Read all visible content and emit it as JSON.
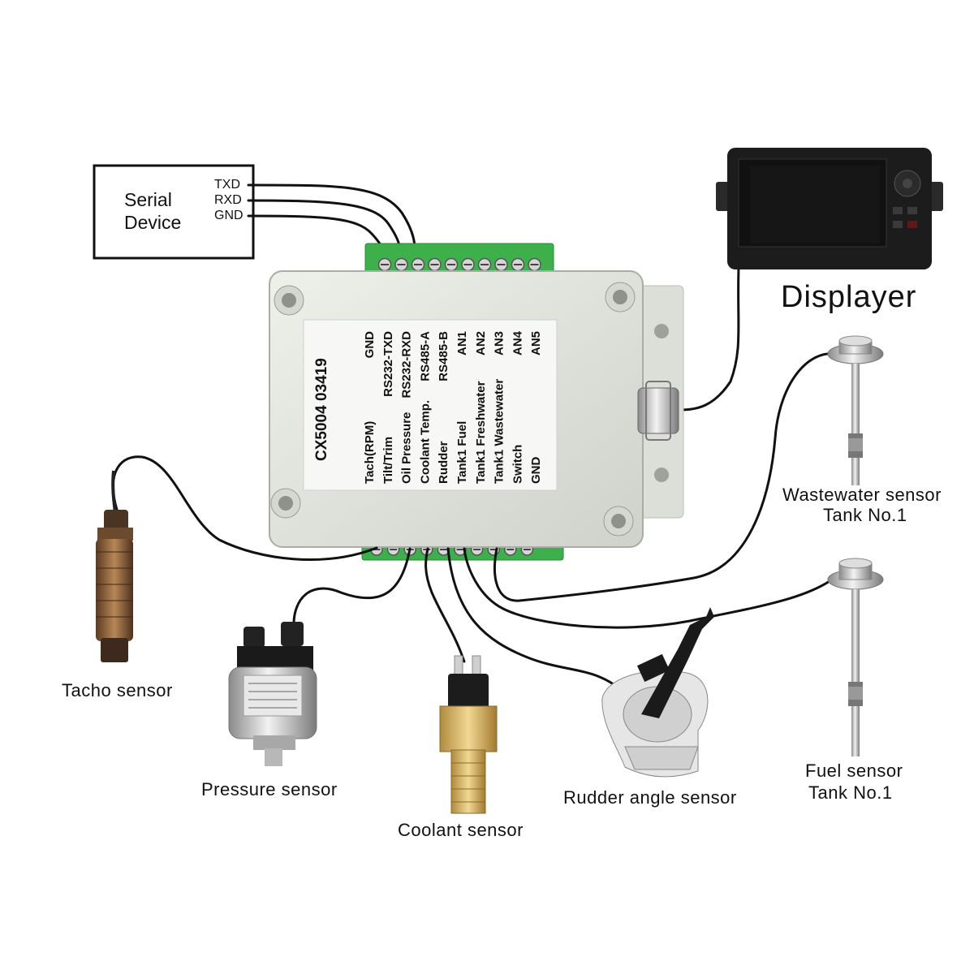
{
  "serial_device": {
    "label_line1": "Serial",
    "label_line2": "Device",
    "pins": [
      "TXD",
      "RXD",
      "GND"
    ]
  },
  "displayer": {
    "label": "Displayer"
  },
  "module": {
    "model": "CX5004 03419",
    "top_terminals": [
      "GND",
      "RS232-TXD",
      "RS232-RXD",
      "RS485-A",
      "RS485-B",
      "AN1",
      "AN2",
      "AN3",
      "AN4",
      "AN5"
    ],
    "bottom_terminals": [
      "Tach(RPM)",
      "Tilt/Trim",
      "Oil Pressure",
      "Coolant Temp.",
      "Rudder",
      "Tank1 Fuel",
      "Tank1 Freshwater",
      "Tank1 Wastewater",
      "Switch",
      "GND"
    ]
  },
  "sensors": {
    "tacho": "Tacho sensor",
    "pressure": "Pressure sensor",
    "coolant": "Coolant sensor",
    "rudder": "Rudder angle sensor",
    "wastewater_line1": "Wastewater sensor",
    "wastewater_line2": "Tank No.1",
    "fuel_line1": "Fuel sensor",
    "fuel_line2": "Tank No.1"
  },
  "colors": {
    "terminal_green": "#3db04b",
    "module_body": "#e4e6e0",
    "wire": "#111111",
    "screen": "#1a1a1a"
  }
}
